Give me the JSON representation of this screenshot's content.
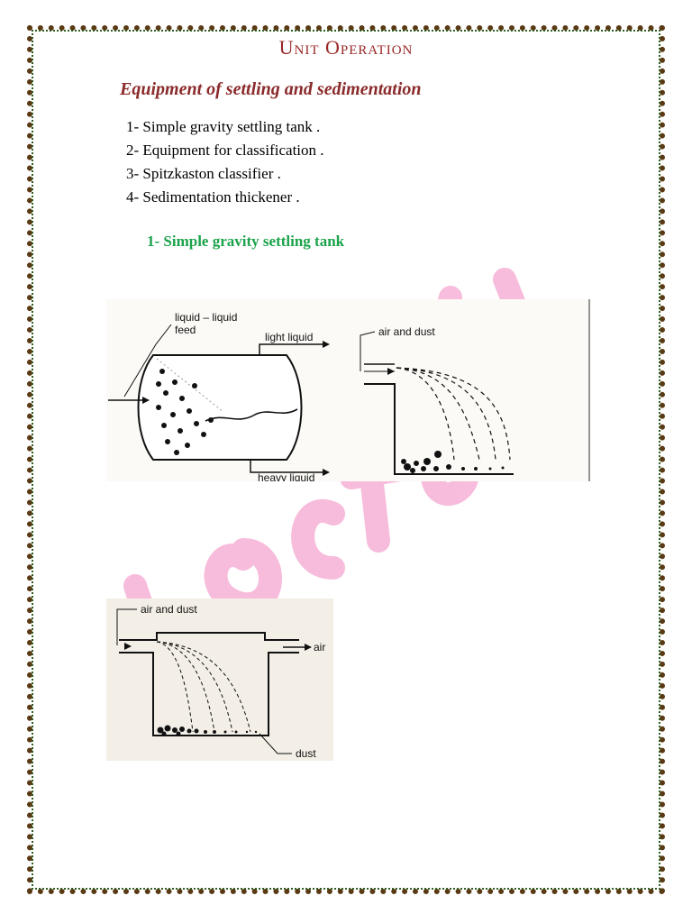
{
  "header": {
    "title": "Unit Operation"
  },
  "section": {
    "heading": "Equipment of settling and sedimentation"
  },
  "equipment_list": [
    "1- Simple gravity settling tank .",
    "2- Equipment for classification .",
    "3- Spitzkaston classifier .",
    "4- Sedimentation thickener ."
  ],
  "subsection": {
    "heading": "1- Simple gravity settling tank"
  },
  "figure_decanter": {
    "label_feed_line1": "liquid – liquid",
    "label_feed_line2": "feed",
    "label_light": "light liquid",
    "label_heavy": "heavy liquid"
  },
  "figure_dust_settler": {
    "label_inlet": "air and dust"
  },
  "figure_dust_chamber": {
    "label_inlet": "air and dust",
    "label_outlet": "air",
    "label_dust": "dust"
  },
  "colors": {
    "title": "#9a2727",
    "heading": "#8b2a2a",
    "subheading": "#1aa34a",
    "watermark": "#f07ab8",
    "border": "#5a3a14"
  }
}
